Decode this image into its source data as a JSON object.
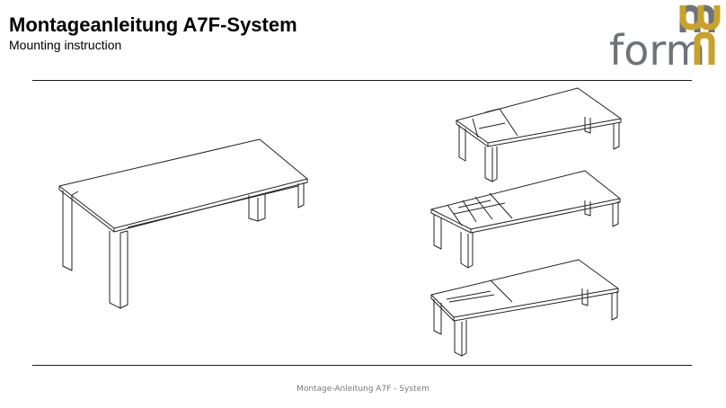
{
  "header": {
    "title": "Montageanleitung A7F-System",
    "subtitle": "Mounting instruction"
  },
  "logo": {
    "text": "form",
    "colors": {
      "gray": "#6e737a",
      "gold": "#c9a227"
    },
    "icon": "nu-form-logo"
  },
  "figures": {
    "main": "table-closed-drawing",
    "variants": [
      "table-extended-drawing-1",
      "table-extended-drawing-2",
      "table-extended-drawing-3"
    ]
  },
  "footer": {
    "text": "Montage-Anleitung A7F - System"
  }
}
